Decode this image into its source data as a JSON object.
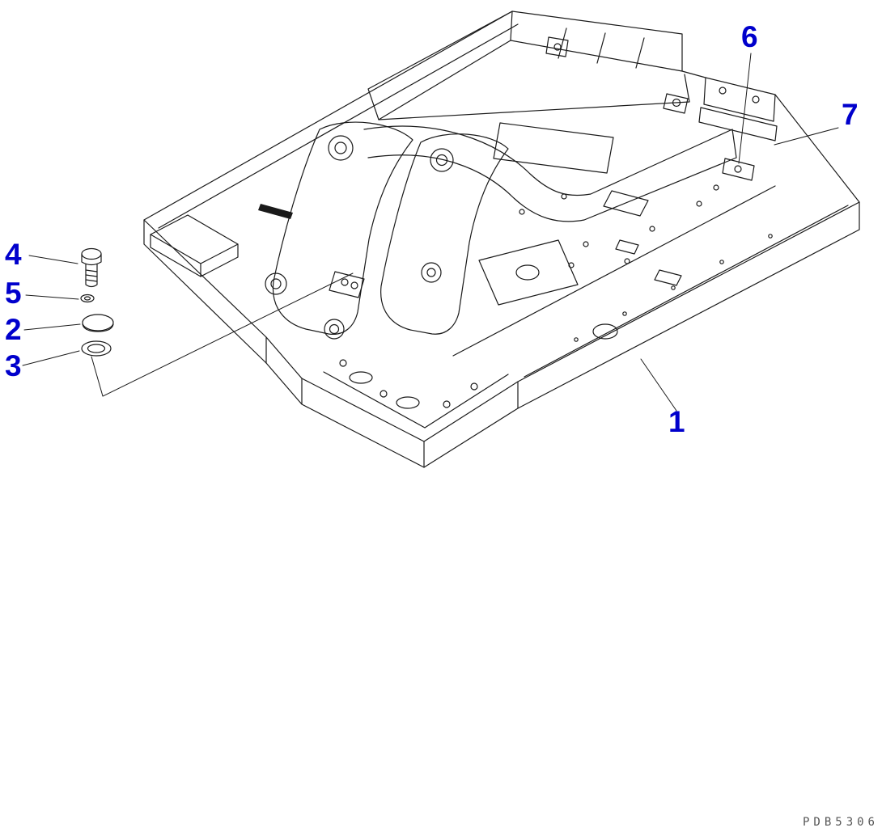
{
  "diagram": {
    "type": "exploded-parts-diagram",
    "callouts": [
      {
        "label": "1"
      },
      {
        "label": "2"
      },
      {
        "label": "3"
      },
      {
        "label": "4"
      },
      {
        "label": "5"
      },
      {
        "label": "6"
      },
      {
        "label": "7"
      }
    ],
    "drawing_code": "PDB5306",
    "colors": {
      "callout": "#0000cc",
      "code": "#555555",
      "line": "#1a1a1a",
      "background": "#ffffff"
    }
  }
}
